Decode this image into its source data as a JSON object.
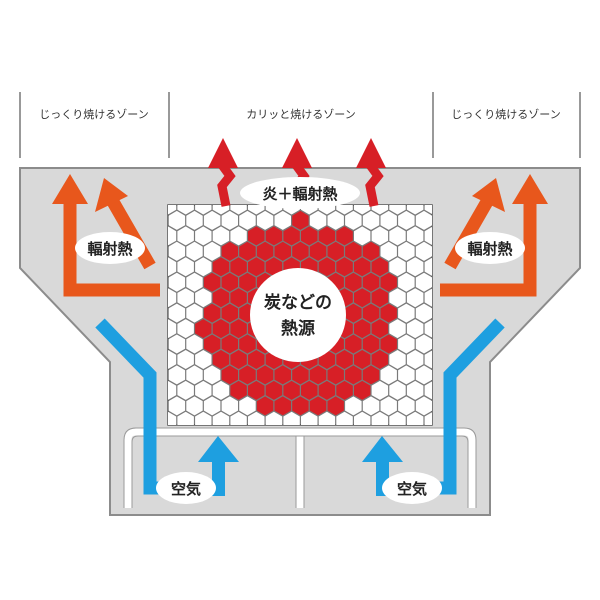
{
  "zones": {
    "left": "じっくり焼けるゾーン",
    "center": "カリッと焼けるゾーン",
    "right": "じっくり焼けるゾーン"
  },
  "labels": {
    "flame_radiant": "炎＋輻射熱",
    "radiant_left": "輻射熱",
    "radiant_right": "輻射熱",
    "heat_source_line1": "炭などの",
    "heat_source_line2": "熱源",
    "air_left": "空気",
    "air_right": "空気"
  },
  "colors": {
    "flame_red": "#d71f26",
    "radiant_orange": "#e8571c",
    "air_blue": "#1e9fe0",
    "grill_gray": "#d9d9d9",
    "grate_gray": "#7a7a7a"
  }
}
